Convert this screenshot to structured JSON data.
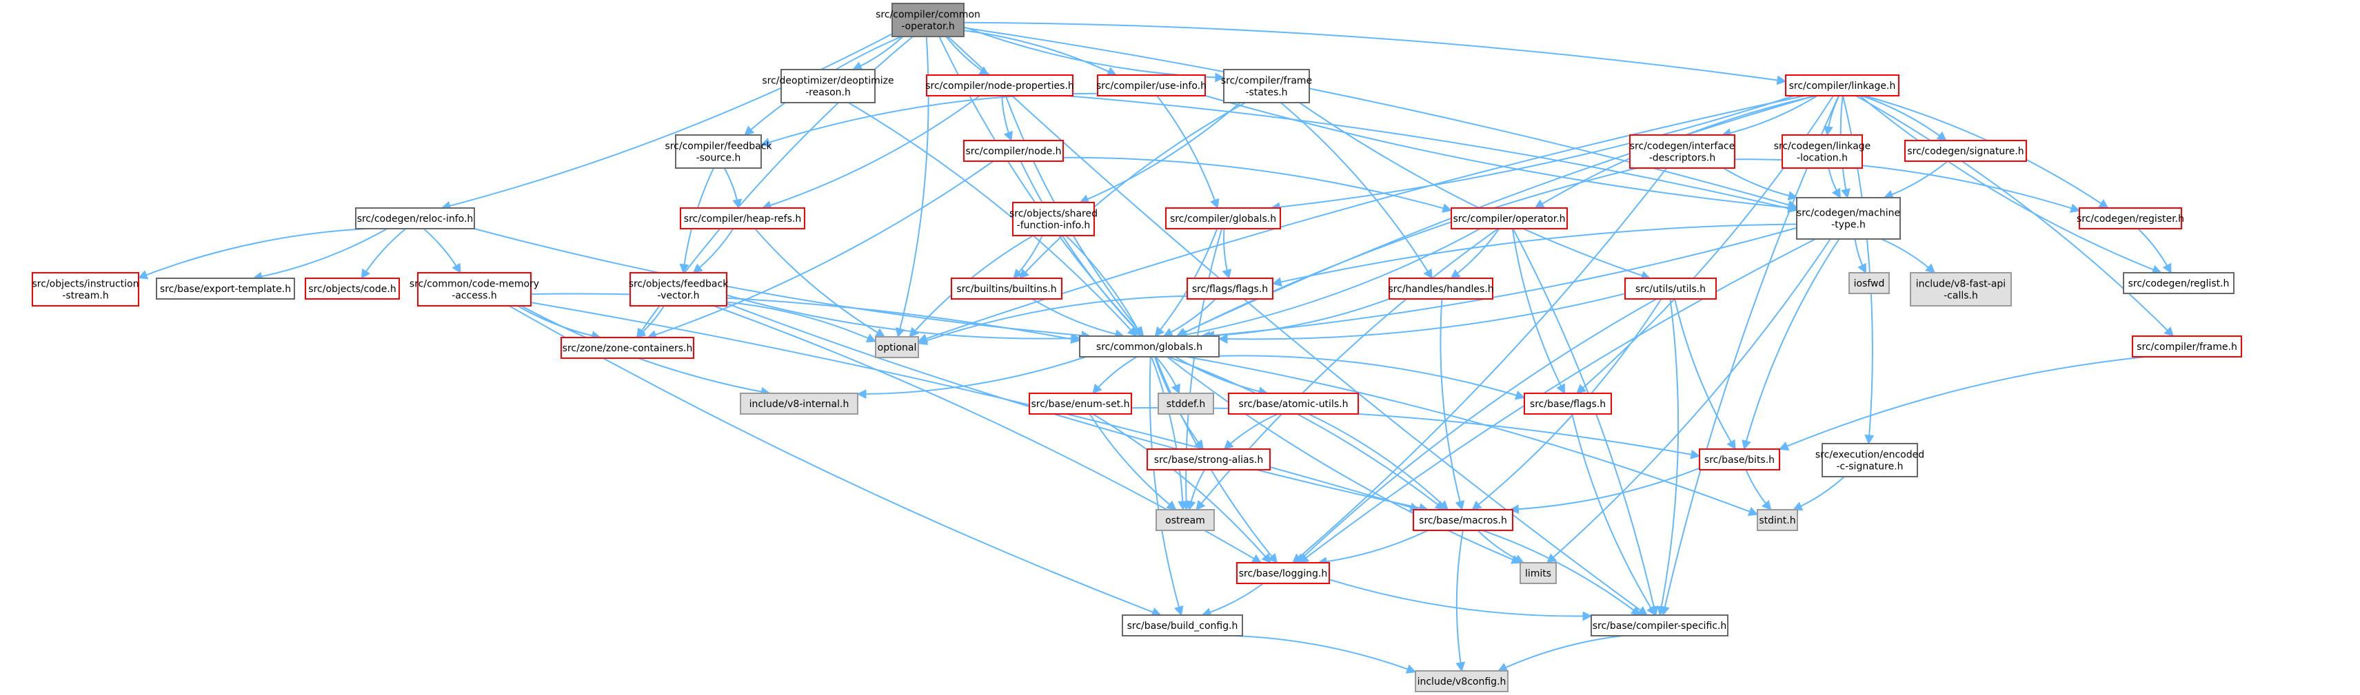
{
  "colors": {
    "edge": "#63b8ff",
    "root_fill": "#999999",
    "root_border": "#666666",
    "red_border": "#ff0000",
    "black_border": "#666666",
    "gray_fill": "#e0e0e0",
    "gray_border": "#999999",
    "white_fill": "#ffffff"
  },
  "nodes": [
    {
      "id": "root",
      "style": "root",
      "lines": [
        "src/compiler/common",
        "-operator.h"
      ]
    },
    {
      "id": "deopt",
      "style": "black",
      "lines": [
        "src/deoptimizer/deoptimize",
        "-reason.h"
      ]
    },
    {
      "id": "nodeprops",
      "style": "red",
      "lines": [
        "src/compiler/node-properties.h"
      ]
    },
    {
      "id": "useinfo",
      "style": "red",
      "lines": [
        "src/compiler/use-info.h"
      ]
    },
    {
      "id": "framestates",
      "style": "black",
      "lines": [
        "src/compiler/frame",
        "-states.h"
      ]
    },
    {
      "id": "linkage",
      "style": "red",
      "lines": [
        "src/compiler/linkage.h"
      ]
    },
    {
      "id": "feedbacksource",
      "style": "black",
      "lines": [
        "src/compiler/feedback",
        "-source.h"
      ]
    },
    {
      "id": "compnode",
      "style": "red",
      "lines": [
        "src/compiler/node.h"
      ]
    },
    {
      "id": "ifacedesc",
      "style": "red",
      "lines": [
        "src/codegen/interface",
        "-descriptors.h"
      ]
    },
    {
      "id": "linkloc",
      "style": "red",
      "lines": [
        "src/codegen/linkage",
        "-location.h"
      ]
    },
    {
      "id": "signature",
      "style": "red",
      "lines": [
        "src/codegen/signature.h"
      ]
    },
    {
      "id": "relocinfo",
      "style": "black",
      "lines": [
        "src/codegen/reloc-info.h"
      ]
    },
    {
      "id": "heaprefs",
      "style": "red",
      "lines": [
        "src/compiler/heap-refs.h"
      ]
    },
    {
      "id": "sharedfn",
      "style": "red",
      "lines": [
        "src/objects/shared",
        "-function-info.h"
      ]
    },
    {
      "id": "compglobals",
      "style": "red",
      "lines": [
        "src/compiler/globals.h"
      ]
    },
    {
      "id": "operator",
      "style": "red",
      "lines": [
        "src/compiler/operator.h"
      ]
    },
    {
      "id": "machtype",
      "style": "black",
      "lines": [
        "src/codegen/machine",
        "-type.h"
      ]
    },
    {
      "id": "register",
      "style": "red",
      "lines": [
        "src/codegen/register.h"
      ]
    },
    {
      "id": "instrstream",
      "style": "red",
      "lines": [
        "src/objects/instruction",
        "-stream.h"
      ]
    },
    {
      "id": "exporttpl",
      "style": "black",
      "lines": [
        "src/base/export-template.h"
      ]
    },
    {
      "id": "objcode",
      "style": "red",
      "lines": [
        "src/objects/code.h"
      ]
    },
    {
      "id": "codememory",
      "style": "red",
      "lines": [
        "src/common/code-memory",
        "-access.h"
      ]
    },
    {
      "id": "feedbackvec",
      "style": "red",
      "lines": [
        "src/objects/feedback",
        "-vector.h"
      ]
    },
    {
      "id": "builtins",
      "style": "red",
      "lines": [
        "src/builtins/builtins.h"
      ]
    },
    {
      "id": "flags",
      "style": "red",
      "lines": [
        "src/flags/flags.h"
      ]
    },
    {
      "id": "handles",
      "style": "red",
      "lines": [
        "src/handles/handles.h"
      ]
    },
    {
      "id": "utils",
      "style": "red",
      "lines": [
        "src/utils/utils.h"
      ]
    },
    {
      "id": "iosfwd",
      "style": "gray",
      "lines": [
        "iosfwd"
      ]
    },
    {
      "id": "fastapi",
      "style": "gray",
      "lines": [
        "include/v8-fast-api",
        "-calls.h"
      ]
    },
    {
      "id": "reglist",
      "style": "black",
      "lines": [
        "src/codegen/reglist.h"
      ]
    },
    {
      "id": "zone",
      "style": "red",
      "lines": [
        "src/zone/zone-containers.h"
      ]
    },
    {
      "id": "optional",
      "style": "gray",
      "lines": [
        "optional"
      ]
    },
    {
      "id": "cglobals",
      "style": "black",
      "lines": [
        "src/common/globals.h"
      ]
    },
    {
      "id": "compframe",
      "style": "red",
      "lines": [
        "src/compiler/frame.h"
      ]
    },
    {
      "id": "v8internal",
      "style": "gray",
      "lines": [
        "include/v8-internal.h"
      ]
    },
    {
      "id": "enumset",
      "style": "red",
      "lines": [
        "src/base/enum-set.h"
      ]
    },
    {
      "id": "stddef",
      "style": "gray",
      "lines": [
        "stddef.h"
      ]
    },
    {
      "id": "atomicutils",
      "style": "red",
      "lines": [
        "src/base/atomic-utils.h"
      ]
    },
    {
      "id": "baseflags",
      "style": "red",
      "lines": [
        "src/base/flags.h"
      ]
    },
    {
      "id": "bits",
      "style": "red",
      "lines": [
        "src/base/bits.h"
      ]
    },
    {
      "id": "encsig",
      "style": "black",
      "lines": [
        "src/execution/encoded",
        "-c-signature.h"
      ]
    },
    {
      "id": "strongalias",
      "style": "red",
      "lines": [
        "src/base/strong-alias.h"
      ]
    },
    {
      "id": "ostream",
      "style": "gray",
      "lines": [
        "ostream"
      ]
    },
    {
      "id": "macros",
      "style": "red",
      "lines": [
        "src/base/macros.h"
      ]
    },
    {
      "id": "stdint",
      "style": "gray",
      "lines": [
        "stdint.h"
      ]
    },
    {
      "id": "logging",
      "style": "red",
      "lines": [
        "src/base/logging.h"
      ]
    },
    {
      "id": "limits",
      "style": "gray",
      "lines": [
        "limits"
      ]
    },
    {
      "id": "buildconfig",
      "style": "black",
      "lines": [
        "src/base/build_config.h"
      ]
    },
    {
      "id": "compspecific",
      "style": "black",
      "lines": [
        "src/base/compiler-specific.h"
      ]
    },
    {
      "id": "v8config",
      "style": "gray",
      "lines": [
        "include/v8config.h"
      ]
    }
  ],
  "edges": [
    [
      "root",
      "deopt"
    ],
    [
      "root",
      "nodeprops"
    ],
    [
      "root",
      "useinfo"
    ],
    [
      "root",
      "framestates"
    ],
    [
      "root",
      "linkage"
    ],
    [
      "root",
      "feedbacksource"
    ],
    [
      "root",
      "relocinfo"
    ],
    [
      "root",
      "zone"
    ],
    [
      "root",
      "optional"
    ],
    [
      "root",
      "cglobals"
    ],
    [
      "root",
      "machtype"
    ],
    [
      "root",
      "compspecific"
    ],
    [
      "deopt",
      "cglobals"
    ],
    [
      "nodeprops",
      "compnode"
    ],
    [
      "nodeprops",
      "heaprefs"
    ],
    [
      "nodeprops",
      "cglobals"
    ],
    [
      "nodeprops",
      "machtype"
    ],
    [
      "useinfo",
      "feedbacksource"
    ],
    [
      "useinfo",
      "compglobals"
    ],
    [
      "useinfo",
      "machtype"
    ],
    [
      "framestates",
      "sharedfn"
    ],
    [
      "framestates",
      "builtins"
    ],
    [
      "framestates",
      "handles"
    ],
    [
      "framestates",
      "utils"
    ],
    [
      "linkage",
      "ifacedesc"
    ],
    [
      "linkage",
      "linkloc"
    ],
    [
      "linkage",
      "signature"
    ],
    [
      "linkage",
      "machtype"
    ],
    [
      "linkage",
      "register"
    ],
    [
      "linkage",
      "reglist"
    ],
    [
      "linkage",
      "compframe"
    ],
    [
      "linkage",
      "operator"
    ],
    [
      "linkage",
      "compglobals"
    ],
    [
      "linkage",
      "cglobals"
    ],
    [
      "linkage",
      "baseflags"
    ],
    [
      "linkage",
      "compspecific"
    ],
    [
      "linkage",
      "encsig"
    ],
    [
      "linkage",
      "optional"
    ],
    [
      "feedbacksource",
      "heaprefs"
    ],
    [
      "feedbacksource",
      "feedbackvec"
    ],
    [
      "compnode",
      "operator"
    ],
    [
      "compnode",
      "cglobals"
    ],
    [
      "compnode",
      "zone"
    ],
    [
      "ifacedesc",
      "machtype"
    ],
    [
      "ifacedesc",
      "register"
    ],
    [
      "ifacedesc",
      "cglobals"
    ],
    [
      "ifacedesc",
      "logging"
    ],
    [
      "linkloc",
      "machtype"
    ],
    [
      "signature",
      "machtype"
    ],
    [
      "relocinfo",
      "instrstream"
    ],
    [
      "relocinfo",
      "exporttpl"
    ],
    [
      "relocinfo",
      "objcode"
    ],
    [
      "relocinfo",
      "codememory"
    ],
    [
      "relocinfo",
      "cglobals"
    ],
    [
      "heaprefs",
      "feedbackvec"
    ],
    [
      "heaprefs",
      "optional"
    ],
    [
      "sharedfn",
      "builtins"
    ],
    [
      "sharedfn",
      "optional"
    ],
    [
      "sharedfn",
      "cglobals"
    ],
    [
      "compglobals",
      "flags"
    ],
    [
      "compglobals",
      "cglobals"
    ],
    [
      "compglobals",
      "ostream"
    ],
    [
      "operator",
      "handles"
    ],
    [
      "operator",
      "baseflags"
    ],
    [
      "operator",
      "cglobals"
    ],
    [
      "operator",
      "ostream"
    ],
    [
      "operator",
      "compspecific"
    ],
    [
      "machtype",
      "iosfwd"
    ],
    [
      "machtype",
      "fastapi"
    ],
    [
      "machtype",
      "bits"
    ],
    [
      "machtype",
      "cglobals"
    ],
    [
      "machtype",
      "flags"
    ],
    [
      "machtype",
      "limits"
    ],
    [
      "machtype",
      "logging"
    ],
    [
      "register",
      "reglist"
    ],
    [
      "codememory",
      "zone"
    ],
    [
      "codememory",
      "cglobals"
    ],
    [
      "codememory",
      "v8internal"
    ],
    [
      "codememory",
      "macros"
    ],
    [
      "codememory",
      "buildconfig"
    ],
    [
      "feedbackvec",
      "zone"
    ],
    [
      "feedbackvec",
      "cglobals"
    ],
    [
      "feedbackvec",
      "logging"
    ],
    [
      "feedbackvec",
      "macros"
    ],
    [
      "feedbackvec",
      "optional"
    ],
    [
      "builtins",
      "cglobals"
    ],
    [
      "flags",
      "cglobals"
    ],
    [
      "flags",
      "optional"
    ],
    [
      "handles",
      "cglobals"
    ],
    [
      "handles",
      "macros"
    ],
    [
      "utils",
      "cglobals"
    ],
    [
      "utils",
      "bits"
    ],
    [
      "utils",
      "macros"
    ],
    [
      "utils",
      "logging"
    ],
    [
      "utils",
      "compspecific"
    ],
    [
      "compframe",
      "bits"
    ],
    [
      "cglobals",
      "v8internal"
    ],
    [
      "cglobals",
      "enumset"
    ],
    [
      "cglobals",
      "stddef"
    ],
    [
      "cglobals",
      "atomicutils"
    ],
    [
      "cglobals",
      "baseflags"
    ],
    [
      "cglobals",
      "strongalias"
    ],
    [
      "cglobals",
      "macros"
    ],
    [
      "cglobals",
      "logging"
    ],
    [
      "cglobals",
      "ostream"
    ],
    [
      "cglobals",
      "limits"
    ],
    [
      "cglobals",
      "stdint"
    ],
    [
      "cglobals",
      "buildconfig"
    ],
    [
      "enumset",
      "bits"
    ],
    [
      "enumset",
      "ostream"
    ],
    [
      "enumset",
      "logging"
    ],
    [
      "atomicutils",
      "strongalias"
    ],
    [
      "atomicutils",
      "macros"
    ],
    [
      "baseflags",
      "compspecific"
    ],
    [
      "bits",
      "macros"
    ],
    [
      "bits",
      "stdint"
    ],
    [
      "encsig",
      "stdint"
    ],
    [
      "strongalias",
      "ostream"
    ],
    [
      "macros",
      "logging"
    ],
    [
      "macros",
      "limits"
    ],
    [
      "macros",
      "compspecific"
    ],
    [
      "macros",
      "v8config"
    ],
    [
      "logging",
      "buildconfig"
    ],
    [
      "logging",
      "compspecific"
    ],
    [
      "buildconfig",
      "v8config"
    ],
    [
      "compspecific",
      "v8config"
    ]
  ]
}
